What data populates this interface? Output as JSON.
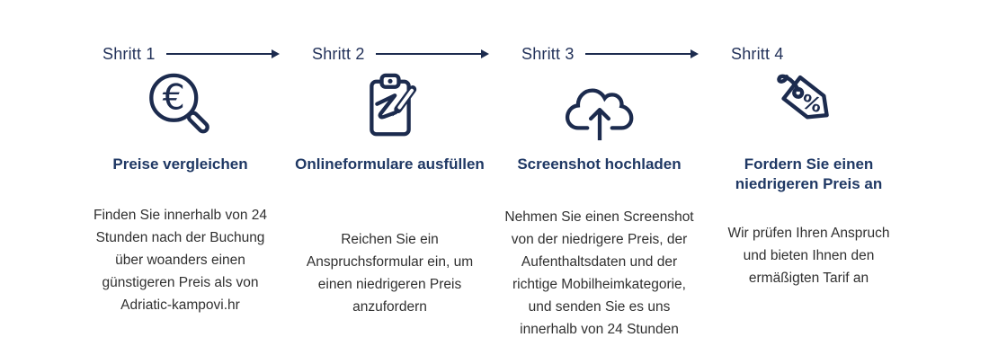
{
  "colors": {
    "navy_dark": "#1c2b4e",
    "label_navy": "#23325a",
    "title_navy": "#1f3864",
    "body_text": "#303030",
    "background": "#ffffff"
  },
  "icons": {
    "step1": "magnifier-euro-icon",
    "step2": "clipboard-pen-icon",
    "step3": "cloud-upload-icon",
    "step4": "price-tag-percent-icon",
    "euro_glyph": "€",
    "percent_glyph": "%"
  },
  "steps": [
    {
      "label": "Shritt 1",
      "title": "Preise vergleichen",
      "description": "Finden Sie innerhalb von 24\nStunden nach der Buchung\nüber woanders einen\ngünstigeren Preis als von\nAdriatic-kampovi.hr"
    },
    {
      "label": "Shritt 2",
      "title": "Onlineformulare ausfüllen",
      "description": "Reichen Sie ein\nAnspruchsformular ein, um\neinen niedrigeren Preis\nanzufordern"
    },
    {
      "label": "Shritt 3",
      "title": "Screenshot hochladen",
      "description": "Nehmen Sie einen Screenshot\nvon der niedrigere Preis, der\nAufenthaltsdaten und der\nrichtige Mobilheimkategorie,\nund senden Sie es uns\ninnerhalb von 24 Stunden"
    },
    {
      "label": "Shritt 4",
      "title": "Fordern Sie einen\nniedrigeren Preis an",
      "description": "Wir prüfen Ihren Anspruch\nund bieten Ihnen den\nermäßigten Tarif an"
    }
  ]
}
